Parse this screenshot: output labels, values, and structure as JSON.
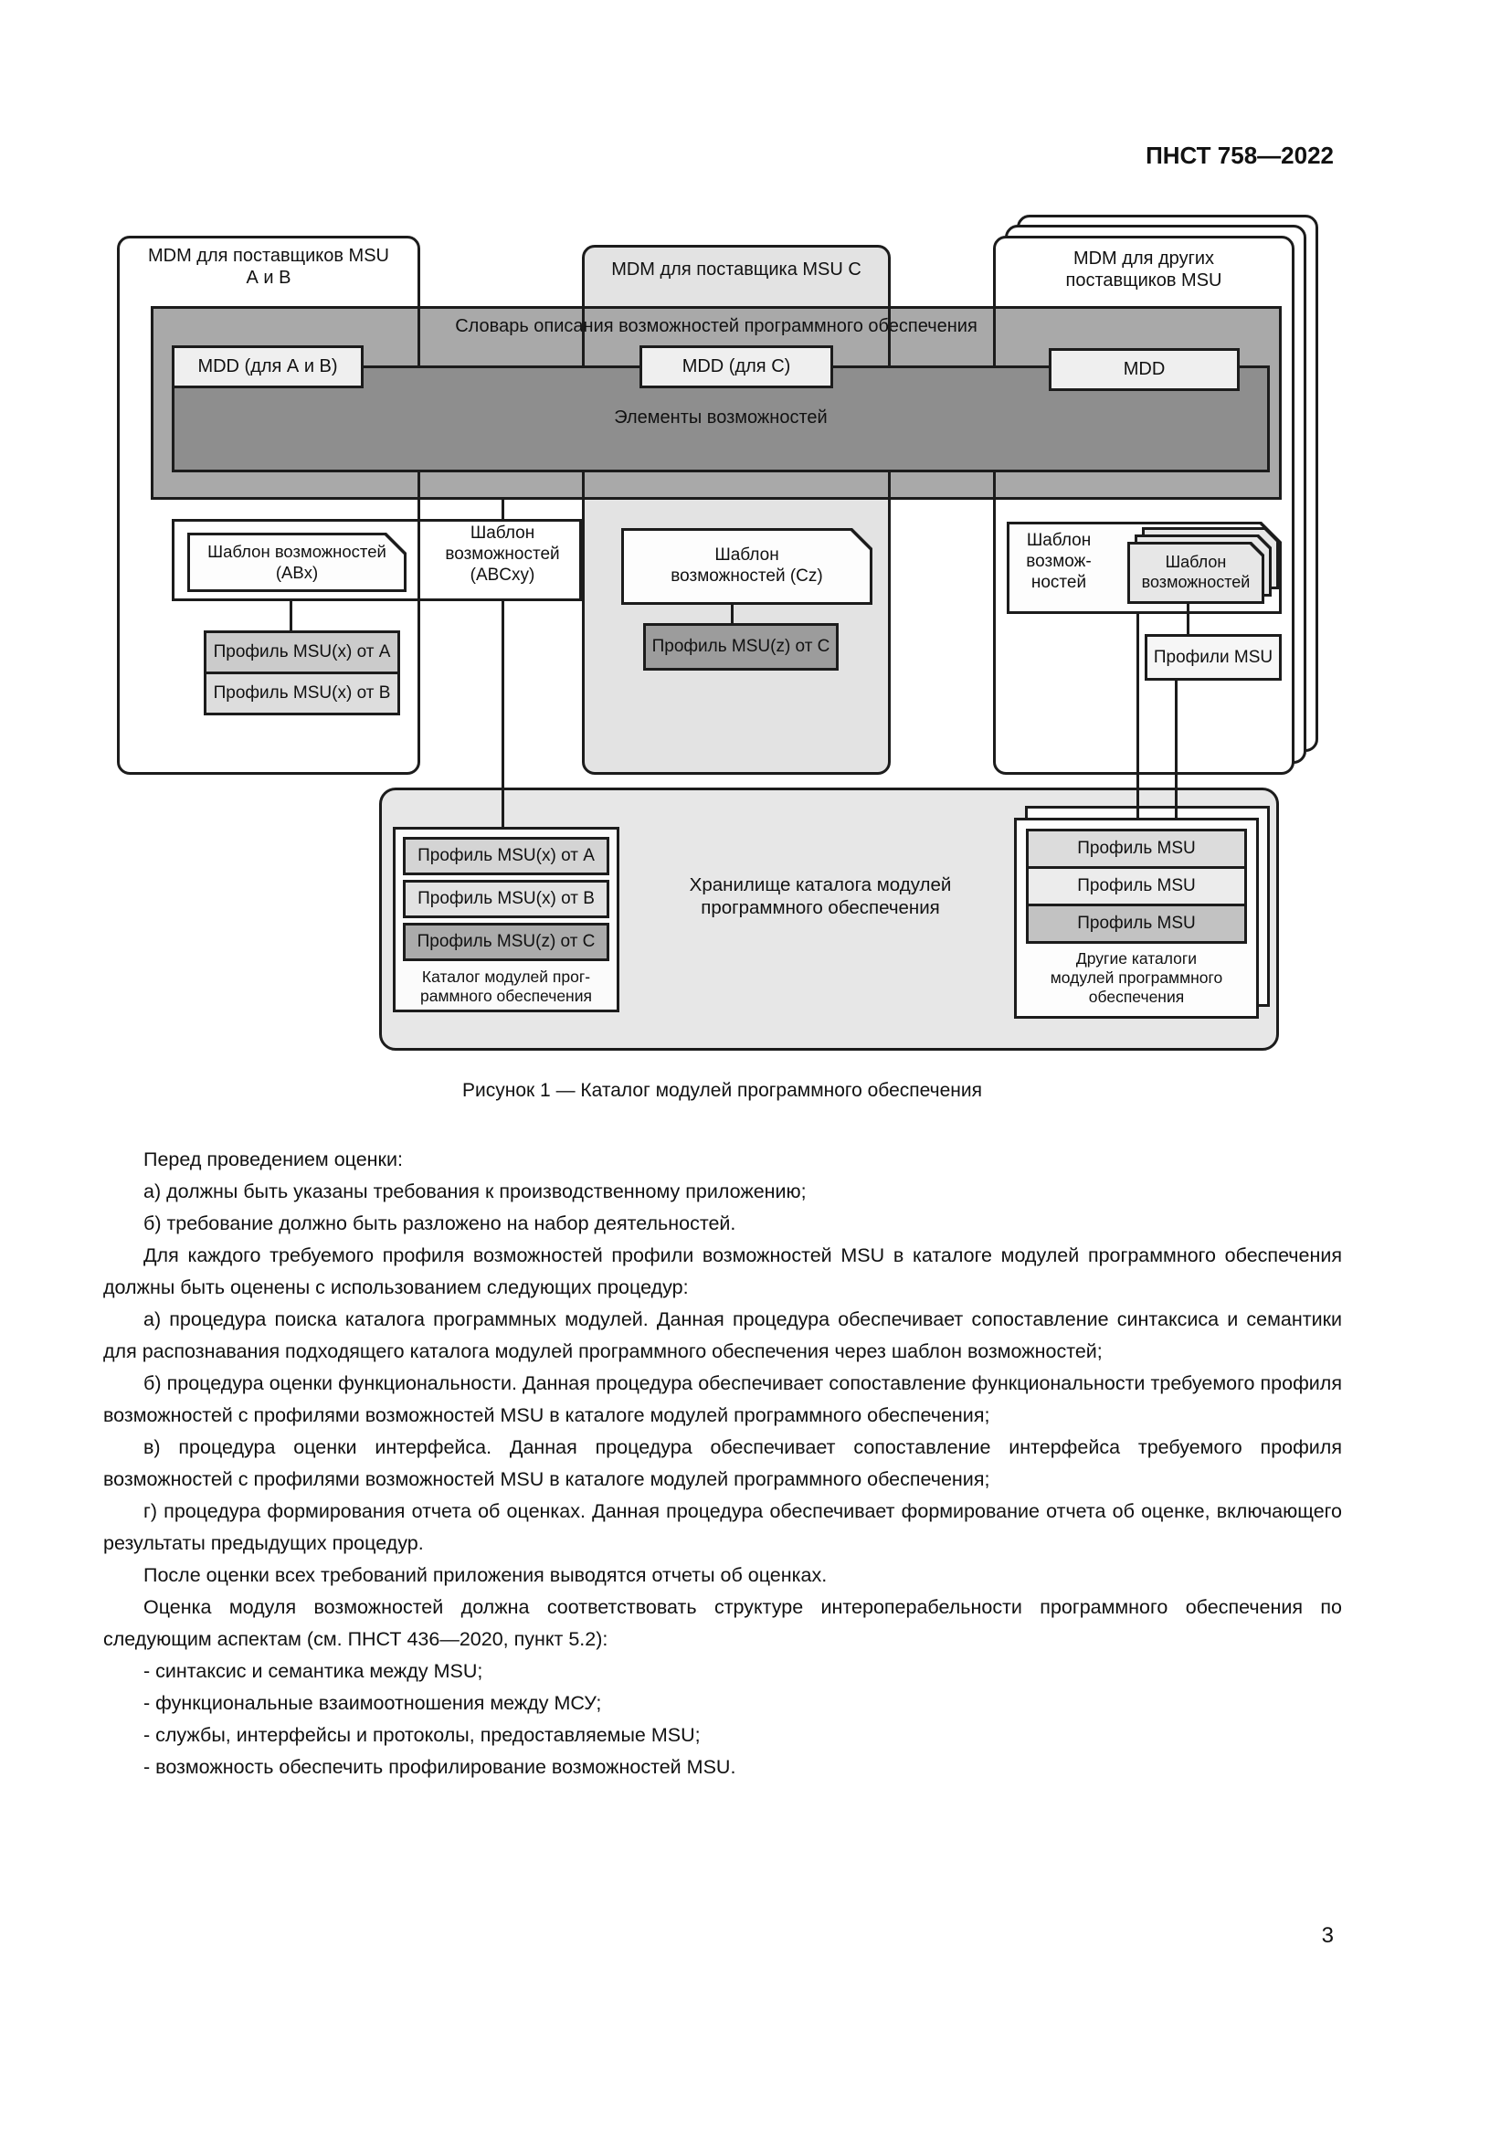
{
  "header": {
    "doc_number": "ПНСТ 758—2022"
  },
  "figure": {
    "caption": "Рисунок 1 — Каталог модулей программного обеспечения",
    "mdm_ab": "MDM для поставщиков MSU\nА и В",
    "mdm_c": "MDM для поставщика MSU С",
    "mdm_others": "MDM для других\nпоставщиков MSU",
    "dictionary": "Словарь описания возможностей программного обеспечения",
    "mdd_ab": "MDD (для А и В)",
    "mdd_c": "MDD (для С)",
    "mdd_other": "MDD",
    "elements": "Элементы возможностей",
    "tpl_abx": "Шаблон возможностей\n(ABx)",
    "tpl_abcxy": "Шаблон\nвозможностей\n(ABCxy)",
    "tpl_cz": "Шаблон\nвозможностей (Cz)",
    "tpl_others": "Шаблон\nвозмож-\nностей",
    "tpl_stack": "Шаблон\nвозможностей",
    "profiles_msu": "Профили MSU",
    "prof_xa": "Профиль MSU(x) от A",
    "prof_xb": "Профиль MSU(x) от B",
    "prof_zc": "Профиль MSU(z) от C",
    "storage_title": "Хранилище каталога модулей\nпрограммного обеспечения",
    "catalog_rows": [
      "Профиль MSU(x) от A",
      "Профиль MSU(x) от B",
      "Профиль MSU(z) от C"
    ],
    "catalog_caption": "Каталог модулей прог-\nраммного обеспечения",
    "other_rows": [
      "Профиль MSU",
      "Профиль MSU",
      "Профиль MSU"
    ],
    "other_caption": "Другие каталоги\nмодулей программного\nобеспечения"
  },
  "body": {
    "paragraphs": [
      "Перед проведением оценки:",
      "а) должны быть указаны требования к производственному приложению;",
      "б) требование должно быть разложено на набор деятельностей.",
      "Для каждого требуемого профиля возможностей профили возможностей MSU в каталоге модулей программного обеспечения должны быть оценены с использованием следующих процедур:",
      "а) процедура поиска каталога программных модулей. Данная процедура обеспечивает сопоставление синтаксиса и семантики для распознавания подходящего каталога модулей программного обеспечения через шаблон возможностей;",
      "б) процедура оценки функциональности. Данная процедура обеспечивает сопоставление функциональности требуемого профиля возможностей с профилями возможностей MSU в каталоге модулей программного обеспечения;",
      "в) процедура оценки интерфейса. Данная процедура обеспечивает сопоставление интерфейса требуемого профиля возможностей с профилями возможностей MSU в каталоге модулей программного обеспечения;",
      "г) процедура формирования отчета об оценках. Данная процедура обеспечивает формирование отчета об оценке, включающего результаты предыдущих процедур.",
      "После оценки всех требований приложения выводятся отчеты об оценках.",
      "Оценка модуля возможностей должна соответствовать структуре интероперабельности программного обеспечения по следующим аспектам (см. ПНСТ 436—2020, пункт 5.2):",
      "- синтаксис и семантика между MSU;",
      "- функциональные взаимоотношения между МСУ;",
      "- службы, интерфейсы и протоколы, предоставляемые MSU;",
      "- возможность обеспечить профилирование возможностей MSU."
    ]
  },
  "footer": {
    "page_number": "3"
  }
}
